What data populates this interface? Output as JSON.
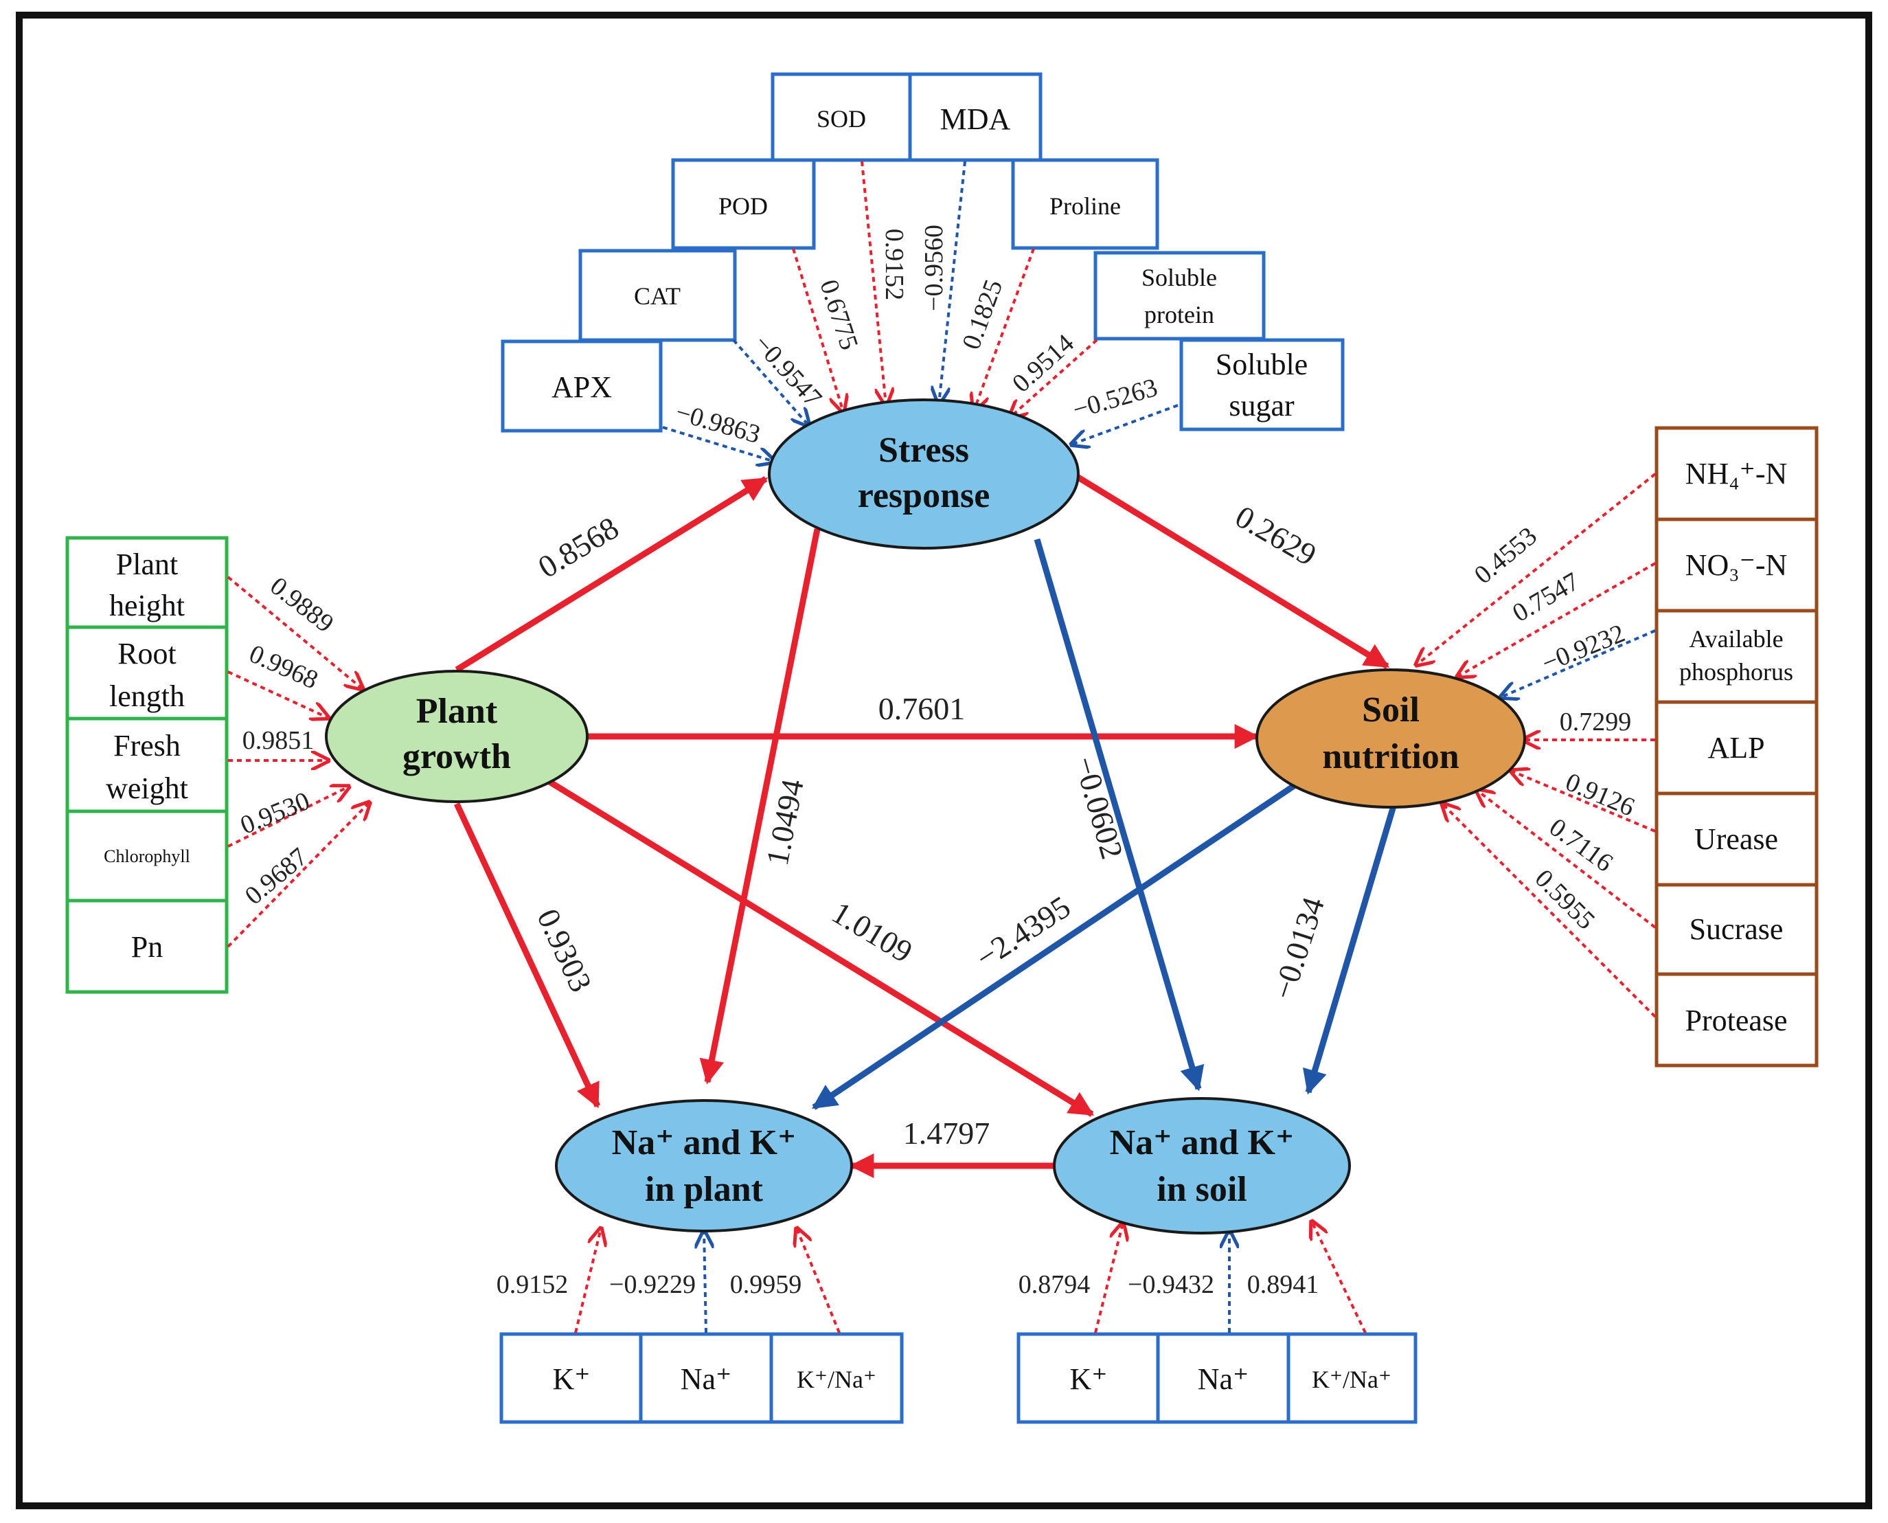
{
  "colors": {
    "positive": "#e8212e",
    "negative": "#1f56a8",
    "blue_box": "#2a6ec9",
    "green_box": "#2fb34a",
    "brown_box": "#9a4a1b",
    "node_blue": "#7dc3ea",
    "node_green": "#bfe6b0",
    "node_orange": "#dd9a4f"
  },
  "nodes": {
    "stress": {
      "line1": "Stress",
      "line2": "response"
    },
    "plant_growth": {
      "line1": "Plant",
      "line2": "growth"
    },
    "soil_nutrition": {
      "line1": "Soil",
      "line2": "nutrition"
    },
    "ions_plant": {
      "line1": "Na⁺ and K⁺",
      "line2": "in plant"
    },
    "ions_soil": {
      "line1": "Na⁺ and K⁺",
      "line2": "in soil"
    }
  },
  "stress_indicators": [
    {
      "label": "SOD",
      "coef": "0.9152"
    },
    {
      "label": "MDA",
      "coef": "−0.9560"
    },
    {
      "label": "POD",
      "coef": "0.6775"
    },
    {
      "label": "Proline",
      "coef": "0.1825"
    },
    {
      "label": "CAT",
      "coef": "−0.9547"
    },
    {
      "line1": "Soluble",
      "line2": "protein",
      "coef": "0.9514"
    },
    {
      "label": "APX",
      "coef": "−0.9863"
    },
    {
      "line1": "Soluble",
      "line2": "sugar",
      "coef": "−0.5263"
    }
  ],
  "growth_indicators": [
    {
      "line1": "Plant",
      "line2": "height",
      "coef": "0.9889"
    },
    {
      "line1": "Root",
      "line2": "length",
      "coef": "0.9968"
    },
    {
      "line1": "Fresh",
      "line2": "weight",
      "coef": "0.9851"
    },
    {
      "label": "Chlorophyll",
      "coef": "0.9530"
    },
    {
      "label": "Pn",
      "coef": "0.9687"
    }
  ],
  "soil_indicators": [
    {
      "label": "NH₄⁺-N",
      "coef": "0.4553"
    },
    {
      "label": "NO₃⁻-N",
      "coef": "0.7547"
    },
    {
      "line1": "Available",
      "line2": "phosphorus",
      "coef": "−0.9232"
    },
    {
      "label": "ALP",
      "coef": "0.7299"
    },
    {
      "label": "Urease",
      "coef": "0.9126"
    },
    {
      "label": "Sucrase",
      "coef": "0.7116"
    },
    {
      "label": "Protease",
      "coef": "0.5955"
    }
  ],
  "plant_ion_indicators": [
    {
      "label": "K⁺",
      "coef": "0.9152"
    },
    {
      "label": "Na⁺",
      "coef": "−0.9229"
    },
    {
      "label": "K⁺/Na⁺",
      "coef": "0.9959"
    }
  ],
  "soil_ion_indicators": [
    {
      "label": "K⁺",
      "coef": "0.8794"
    },
    {
      "label": "Na⁺",
      "coef": "−0.9432"
    },
    {
      "label": "K⁺/Na⁺",
      "coef": "0.8941"
    }
  ],
  "paths": {
    "growth_to_stress": "0.8568",
    "stress_to_soil": "0.2629",
    "growth_to_soil": "0.7601",
    "stress_to_ions_plant": "1.0494",
    "stress_to_ions_soil": "−0.0602",
    "growth_to_ions_plant": "0.9303",
    "growth_to_ions_soil": "1.0109",
    "soil_to_ions_plant": "−2.4395",
    "soil_to_ions_soil": "−0.0134",
    "ions_soil_to_ions_plant": "1.4797"
  }
}
